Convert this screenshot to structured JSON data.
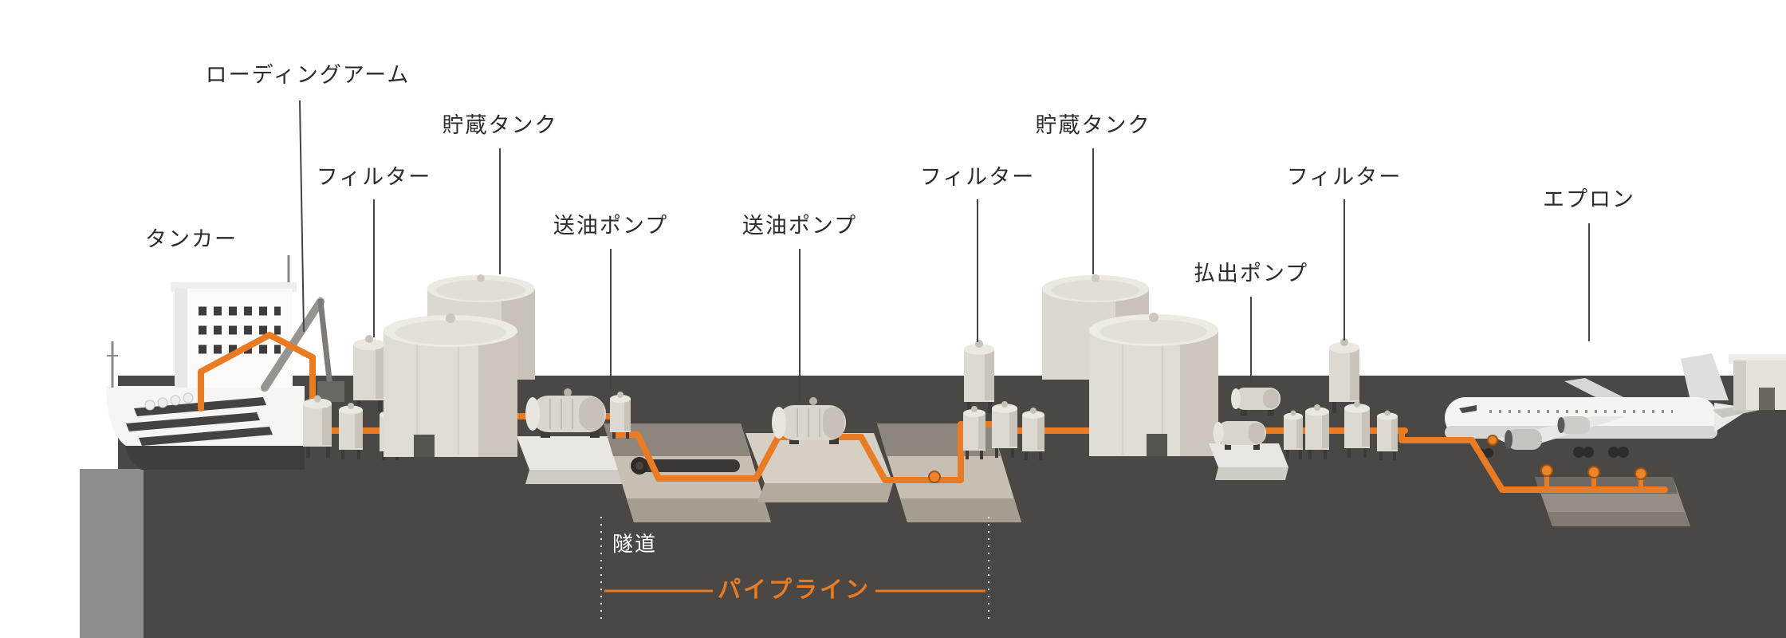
{
  "diagram": {
    "labels": {
      "tanker": "タンカー",
      "loading_arm": "ローディングアーム",
      "filter_left": "フィルター",
      "storage_tank_left": "貯蔵タンク",
      "oil_pump_1": "送油ポンプ",
      "oil_pump_2": "送油ポンプ",
      "filter_mid": "フィルター",
      "storage_tank_right": "貯蔵タンク",
      "dispensing_pump": "払出ポンプ",
      "filter_right": "フィルター",
      "apron": "エプロン",
      "tunnel": "隧道",
      "pipeline": "パイプライン"
    },
    "colors": {
      "background": "#ffffff",
      "ground": "#4b4744",
      "quay": "#8f8c89",
      "pipeline_orange": "#e87b23",
      "equipment_beige": "#ddd8d0",
      "tank_beige": "#e0dbd3",
      "trench_beige": "#c7bfb2",
      "label_text": "#2b2b2b",
      "tunnel_label_text": "#ffffff"
    }
  }
}
